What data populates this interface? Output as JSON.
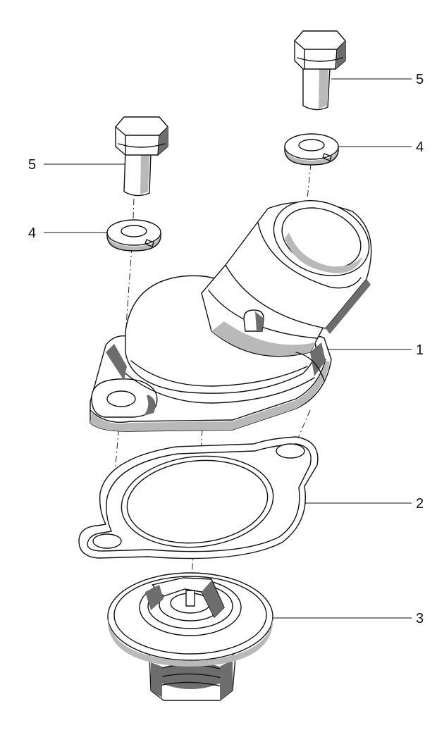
{
  "callouts": [
    {
      "id": "bolt-right",
      "label": "5"
    },
    {
      "id": "washer-right",
      "label": "4"
    },
    {
      "id": "bolt-left",
      "label": "5"
    },
    {
      "id": "washer-left",
      "label": "4"
    },
    {
      "id": "housing",
      "label": "1"
    },
    {
      "id": "gasket",
      "label": "2"
    },
    {
      "id": "thermostat",
      "label": "3"
    }
  ]
}
